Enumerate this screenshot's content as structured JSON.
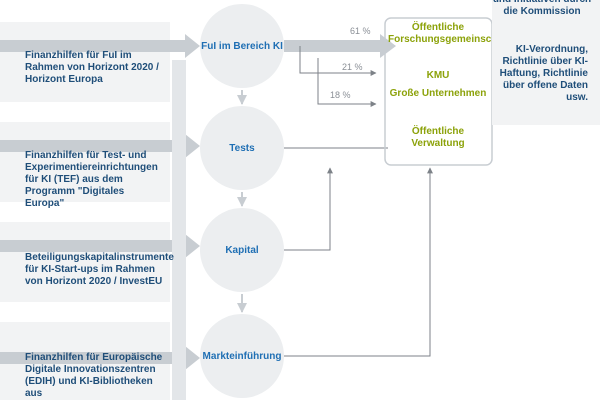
{
  "funding": [
    {
      "text": "Finanzhilfen für FuI im Rahmen von Horizont 2020 / Horizont Europa"
    },
    {
      "text": "Finanzhilfen für Test- und Experimentiereinrichtungen für KI (TEF) aus dem Programm \"Digitales Europa\""
    },
    {
      "text": "Beteiligungskapitalinstrumente für KI-Start-ups im Rahmen von Horizont 2020 / InvestEU"
    },
    {
      "text": "Finanzhilfen für Europäische Digitale Innovationszentren (EDIH) und KI-Bibliotheken aus"
    }
  ],
  "stages": [
    {
      "label": "FuI im Bereich KI"
    },
    {
      "label": "Tests"
    },
    {
      "label": "Kapital"
    },
    {
      "label": "Markteinführung"
    }
  ],
  "shares": [
    {
      "label": "61 %"
    },
    {
      "label": "21 %"
    },
    {
      "label": "18 %"
    }
  ],
  "targets": [
    {
      "label": "Öffentliche Forschungsgemeinschaft"
    },
    {
      "label": "KMU"
    },
    {
      "label": "Große Unternehmen"
    },
    {
      "label": "Öffentliche Verwaltung"
    }
  ],
  "commission": {
    "heading": "und Initiativen durch die Kommission",
    "items": "KI-Verordnung, Richtlinie über KI-Haftung, Richtlinie über offene Daten usw."
  },
  "colors": {
    "funding_text": "#1f4e79",
    "stage_text": "#1f6fb4",
    "target_text": "#8ca20a",
    "arrow": "#c8cdd2",
    "connector": "#7d8288"
  }
}
